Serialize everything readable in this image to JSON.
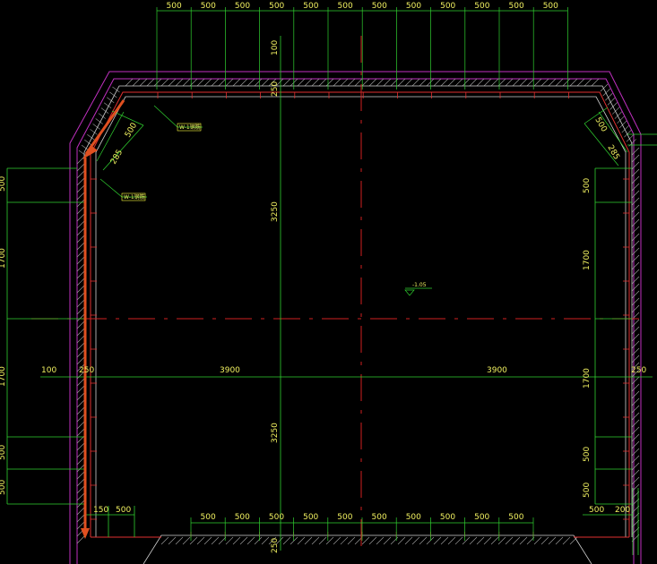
{
  "colors": {
    "background": "#000000",
    "wall_outline": "#c030c0",
    "wall_inner": "#e03030",
    "hatch": "#b0b0b0",
    "dimension": "#30d030",
    "dim_text": "#f0f060",
    "axis": "#d02020",
    "arrow": "#e05020",
    "label_box": "#ffff40"
  },
  "top_dims": [
    "500",
    "500",
    "500",
    "500",
    "500",
    "500",
    "500",
    "500",
    "500",
    "500",
    "500",
    "500"
  ],
  "bottom_dims": [
    "500",
    "500",
    "500",
    "500",
    "500",
    "500",
    "500",
    "500",
    "500",
    "500"
  ],
  "bottom_left_dims": [
    "150",
    "500"
  ],
  "bottom_right_dims": [
    "500",
    "200"
  ],
  "left_vertical_dims": [
    "500",
    "1700",
    "1700",
    "500",
    "500"
  ],
  "right_vertical_dims": [
    "500",
    "1700",
    "1700",
    "500",
    "500"
  ],
  "center_vertical_dims": [
    "100",
    "250",
    "3250",
    "3250",
    "250"
  ],
  "mid_horizontal_dims": [
    "100",
    "250",
    "3900",
    "3900",
    "250"
  ],
  "corner_dims": {
    "top_left": [
      "500",
      "285"
    ],
    "top_right": [
      "500",
      "285"
    ]
  },
  "labels": {
    "callout_1": "W-1钢筋",
    "callout_2": "W-1钢筋",
    "elevation": "-1.05"
  }
}
